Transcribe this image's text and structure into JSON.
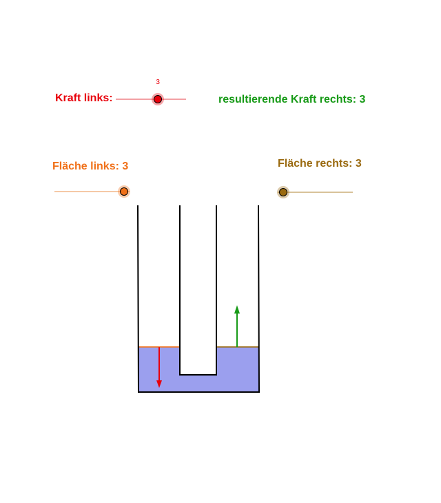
{
  "controls": {
    "kraft_links": {
      "label": "Kraft links:",
      "value_tag": "3",
      "value": 3,
      "fraction": 0.6,
      "color": "#e8000b",
      "track_color": "#f3a0a4"
    },
    "resultant": {
      "label": "resultierende Kraft rechts: 3",
      "color": "#179a17"
    },
    "flaeche_links": {
      "label": "Fläche links: 3",
      "value": 3,
      "fraction": 0.93,
      "color": "#f07018",
      "track_color": "#f5c9a6"
    },
    "flaeche_rechts": {
      "label": "Fläche rechts: 3",
      "value": 3,
      "fraction": 0.07,
      "color": "#9a6a10",
      "track_color": "#d8c29a"
    }
  },
  "colors": {
    "liquid": "#9b9fee",
    "wall": "#000000",
    "force_left_arrow": "#e8000b",
    "force_right_arrow": "#179a17",
    "left_surface": "#f07018",
    "right_surface": "#9a6a10"
  }
}
